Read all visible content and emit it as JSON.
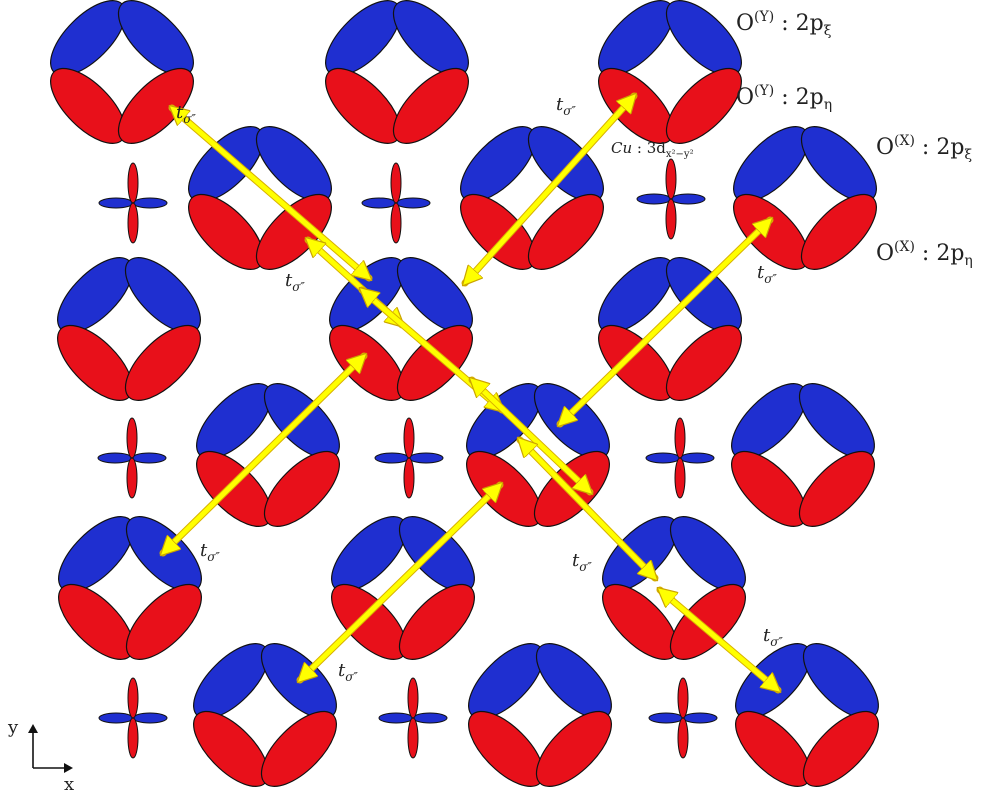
{
  "labels": {
    "oy_xi": {
      "atom": "O",
      "site": "(Y)",
      "orbital": " : 2p",
      "index": "ξ"
    },
    "oy_eta": {
      "atom": "O",
      "site": "(Y)",
      "orbital": " : 2p",
      "index": "η"
    },
    "cu": {
      "atom": "Cu",
      "orbital": " : 3d",
      "index": "x²−y²"
    },
    "ox_xi": {
      "atom": "O",
      "site": "(X)",
      "orbital": " : 2p",
      "index": "ξ"
    },
    "ox_eta": {
      "atom": "O",
      "site": "(X)",
      "orbital": " : 2p",
      "index": "η"
    }
  },
  "hopping": {
    "symbol": "t",
    "subscript": "σ″"
  },
  "axes": {
    "y": "y",
    "x": "x"
  },
  "colors": {
    "positive_lobe": "#e8101a",
    "negative_lobe": "#1f2fd0",
    "hopping_arrow": "#ffff00",
    "outline": "#111111"
  }
}
